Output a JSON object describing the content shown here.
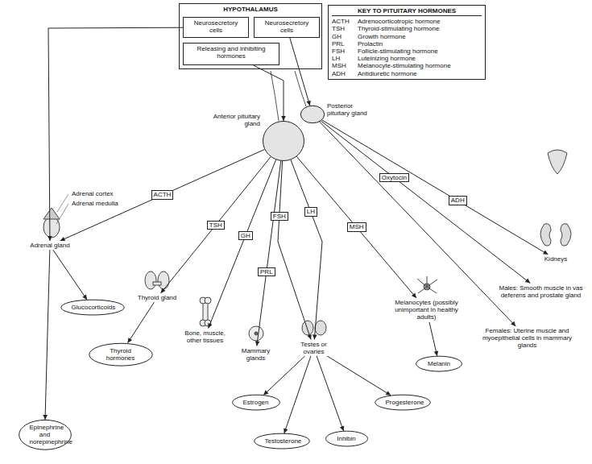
{
  "diagram": {
    "nodes": [
      {
        "text": [
          "HYPOTHALAMUS"
        ]
      },
      {
        "text": [
          "Neurosecretory cells"
        ],
        "in": 0
      },
      {
        "text": [
          "Neurosecretory cells"
        ],
        "in": 0
      },
      {
        "text": [
          "Releasing and inhibiting hormones"
        ],
        "in": 0
      },
      {
        "text": [
          "KEY TO PITUITARY HORMONES",
          "ACTH",
          "Adrenocorticotropic hormone",
          "TSH",
          "Thyroid-stimulating hormone",
          "GH",
          "Growth hormone",
          "PRL",
          "Prolactin",
          "FSH",
          "Follicle-stimulating hormone",
          "LH",
          "Luteinizing hormone",
          "MSH",
          "Melanocyte-stimulating hormone",
          "ADH",
          "Antidiuretic hormone"
        ]
      },
      {
        "text": [
          "Anterior pituitary gland"
        ]
      },
      {
        "text": [
          "Posterior pituitary gland"
        ]
      },
      {
        "text": [
          "Adrenal gland"
        ]
      },
      {
        "text": [
          "Epinephrine and norepinephrine"
        ]
      },
      {
        "text": [
          "Glucocorticoids"
        ]
      },
      {
        "text": [
          "Thyroid gland"
        ]
      },
      {
        "text": [
          "Thyroid hormones"
        ]
      },
      {
        "text": [
          "Bone, muscle, other tissues"
        ]
      },
      {
        "text": [
          "Mammary glands"
        ]
      },
      {
        "text": [
          "Testes or ovaries"
        ]
      },
      {
        "text": [
          "Estrogen"
        ]
      },
      {
        "text": [
          "Testosterone"
        ]
      },
      {
        "text": [
          "Inhibin"
        ]
      },
      {
        "text": [
          "Progesterone"
        ]
      },
      {
        "text": [
          "Melanocytes (possibly unimportant in healthy adults)"
        ]
      },
      {
        "text": [
          "Melanin"
        ]
      },
      {
        "text": [
          "Kidneys"
        ]
      },
      {
        "text": [
          "Males: Smooth muscle in vas deferens and prostate gland"
        ]
      },
      {
        "text": [
          "Females: Uterine muscle and myoepithelial cells in mammary glands"
        ]
      }
    ],
    "edges": [
      {
        "from": 2,
        "to": 6,
        "arrow": "to"
      },
      {
        "from": 3,
        "to": 5,
        "arrow": "to"
      },
      {
        "from": 1,
        "to": 7,
        "arrow": "to"
      },
      {
        "from": 5,
        "to": 7,
        "label": "ACTH",
        "arrow": "to"
      },
      {
        "from": 7,
        "to": 9,
        "arrow": "to"
      },
      {
        "from": 7,
        "to": 8,
        "arrow": "to"
      },
      {
        "from": 5,
        "to": 10,
        "label": "TSH",
        "arrow": "to"
      },
      {
        "from": 10,
        "to": 11,
        "arrow": "to"
      },
      {
        "from": 5,
        "to": 12,
        "label": "GH",
        "arrow": "to"
      },
      {
        "from": 5,
        "to": 13,
        "label": "PRL",
        "arrow": "to"
      },
      {
        "from": 5,
        "to": 14,
        "label": "FSH",
        "arrow": "to"
      },
      {
        "from": 5,
        "to": 14,
        "label": "LH",
        "arrow": "to"
      },
      {
        "from": 14,
        "to": 15,
        "arrow": "to"
      },
      {
        "from": 14,
        "to": 16,
        "arrow": "to"
      },
      {
        "from": 14,
        "to": 17,
        "arrow": "to"
      },
      {
        "from": 14,
        "to": 18,
        "arrow": "to"
      },
      {
        "from": 5,
        "to": 19,
        "label": "MSH",
        "arrow": "to"
      },
      {
        "from": 19,
        "to": 20,
        "arrow": "to"
      },
      {
        "from": 6,
        "to": 21,
        "label": "ADH",
        "arrow": "to"
      },
      {
        "from": 6,
        "to": 22,
        "label": "Oxytocin",
        "arrow": "to"
      },
      {
        "from": 6,
        "to": 23,
        "arrow": "to"
      }
    ],
    "labels": [
      "Adrenal cortex",
      "Adrenal medulla"
    ]
  }
}
